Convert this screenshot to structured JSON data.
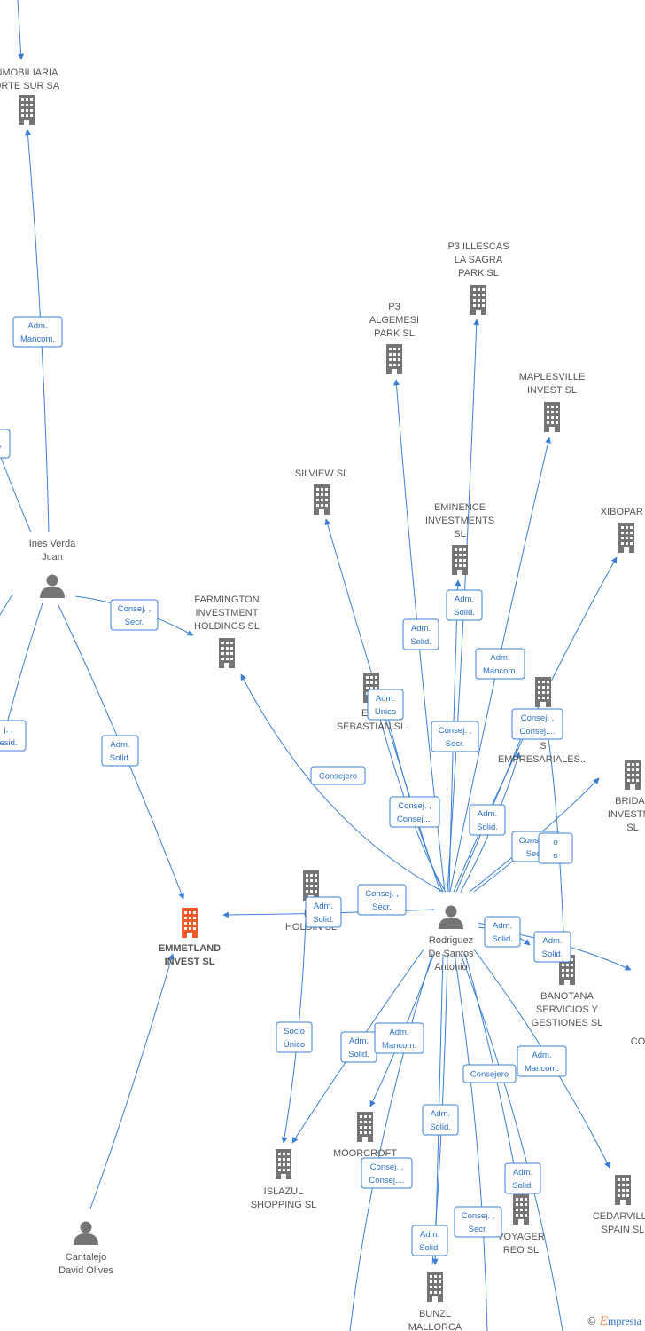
{
  "colors": {
    "edge": "#3a7fd5",
    "company": "#757575",
    "focus_company": "#f05a28",
    "person": "#757575"
  },
  "nodes": [
    {
      "id": "inmobiliaria",
      "type": "company",
      "label": [
        "NMOBILIARIA",
        "ORTE SUR SA"
      ]
    },
    {
      "id": "p3illescas",
      "type": "company",
      "label": [
        "P3 ILLESCAS",
        "LA SAGRA",
        "PARK  SL"
      ]
    },
    {
      "id": "p3algemesi",
      "type": "company",
      "label": [
        "P3",
        "ALGEMESI",
        "PARK  SL"
      ]
    },
    {
      "id": "maplesville",
      "type": "company",
      "label": [
        "MAPLESVILLE",
        "INVEST  SL"
      ]
    },
    {
      "id": "silview",
      "type": "company",
      "label": [
        "SILVIEW  SL"
      ]
    },
    {
      "id": "eminence",
      "type": "company",
      "label": [
        "EMINENCE",
        "INVESTMENTS",
        "SL"
      ]
    },
    {
      "id": "xibopar",
      "type": "company",
      "label": [
        "XIBOPAR  S"
      ]
    },
    {
      "id": "farmington",
      "type": "company",
      "label": [
        "FARMINGTON",
        "INVESTMENT",
        "HOLDINGS  SL"
      ]
    },
    {
      "id": "ines",
      "type": "person",
      "label": [
        "Ines Verda",
        "Juan"
      ]
    },
    {
      "id": "erf",
      "type": "company",
      "label": [
        "ERF",
        "SEBASTIAN  SL"
      ]
    },
    {
      "id": "empresariales",
      "type": "company",
      "label": [
        "S",
        "EMPRESARIALES..."
      ]
    },
    {
      "id": "bridal",
      "type": "company",
      "label": [
        "BRIDAL",
        "INVESTME",
        "SL"
      ]
    },
    {
      "id": "emmetland",
      "type": "focus",
      "label": [
        "EMMETLAND",
        "INVEST  SL"
      ]
    },
    {
      "id": "isla",
      "type": "company",
      "label": [
        "ISL",
        "HOLDIN  SL"
      ]
    },
    {
      "id": "rodriguez",
      "type": "person",
      "label": [
        "Rodriguez",
        "De Santos",
        "Antonio"
      ]
    },
    {
      "id": "banotana",
      "type": "company",
      "label": [
        "BANOTANA",
        "SERVICIOS Y",
        "GESTIONES  SL"
      ]
    },
    {
      "id": "co",
      "type": "none",
      "label": [
        "CO"
      ]
    },
    {
      "id": "moorcroft",
      "type": "company",
      "label": [
        "MOORCROFT",
        "S"
      ]
    },
    {
      "id": "islazul",
      "type": "company",
      "label": [
        "ISLAZUL",
        "SHOPPING  SL"
      ]
    },
    {
      "id": "cedarville",
      "type": "company",
      "label": [
        "CEDARVILLE",
        "SPAIN  SL"
      ]
    },
    {
      "id": "voyager",
      "type": "company",
      "label": [
        "VOYAGER",
        "REO  SL"
      ]
    },
    {
      "id": "bunzl",
      "type": "company",
      "label": [
        "BUNZL",
        "MALLORCA"
      ]
    },
    {
      "id": "cantalejo",
      "type": "person",
      "label": [
        "Cantalejo",
        "David Olives"
      ]
    }
  ],
  "edge_labels": [
    {
      "id": "e1",
      "lines": [
        "Adm.",
        "Mancom."
      ]
    },
    {
      "id": "e2",
      "lines": [
        "Consej. ,",
        "Secr."
      ]
    },
    {
      "id": "e3",
      "lines": [
        "Adm.",
        "Solid."
      ]
    },
    {
      "id": "e4",
      "lines": [
        "Adm.",
        "Solid."
      ]
    },
    {
      "id": "e5",
      "lines": [
        "Adm.",
        "Solid."
      ]
    },
    {
      "id": "e6",
      "lines": [
        "Adm.",
        "Mancom."
      ]
    },
    {
      "id": "e7",
      "lines": [
        "Adm.",
        "Unico"
      ]
    },
    {
      "id": "e8",
      "lines": [
        "Consej. ,",
        "Secr."
      ]
    },
    {
      "id": "e9",
      "lines": [
        "Consej. ,",
        "Consej...."
      ]
    },
    {
      "id": "e10",
      "lines": [
        "Consejero"
      ]
    },
    {
      "id": "e11",
      "lines": [
        "Consej. ,",
        "Consej...."
      ]
    },
    {
      "id": "e12",
      "lines": [
        "Adm.",
        "Solid."
      ]
    },
    {
      "id": "e13",
      "lines": [
        "Consej. ,",
        "Secr."
      ]
    },
    {
      "id": "e14",
      "lines": [
        "o",
        "o"
      ]
    },
    {
      "id": "e15",
      "lines": [
        "Consej. ,",
        "Secr."
      ]
    },
    {
      "id": "e16",
      "lines": [
        "Adm.",
        "Solid."
      ]
    },
    {
      "id": "e17",
      "lines": [
        "Adm.",
        "Solid."
      ]
    },
    {
      "id": "e18",
      "lines": [
        "Adm.",
        "Solid."
      ]
    },
    {
      "id": "e19",
      "lines": [
        "Socio",
        "Único"
      ]
    },
    {
      "id": "e20",
      "lines": [
        "Adm.",
        "Solid."
      ]
    },
    {
      "id": "e21",
      "lines": [
        "Adm.",
        "Mancom."
      ]
    },
    {
      "id": "e22",
      "lines": [
        "Consejero"
      ]
    },
    {
      "id": "e23",
      "lines": [
        "Adm.",
        "Mancom."
      ]
    },
    {
      "id": "e24",
      "lines": [
        "Adm.",
        "Solid."
      ]
    },
    {
      "id": "e25",
      "lines": [
        "Adm.",
        "Solid."
      ]
    },
    {
      "id": "e26",
      "lines": [
        "Consej. ,",
        "Consej...."
      ]
    },
    {
      "id": "e27",
      "lines": [
        "Consej. ,",
        "Secr."
      ]
    },
    {
      "id": "e28",
      "lines": [
        "Adm.",
        "Solid."
      ]
    },
    {
      "id": "e29",
      "lines": [
        "Adm.",
        "Solid."
      ]
    },
    {
      "id": "e30",
      "lines": [
        ","
      ]
    },
    {
      "id": "e31",
      "lines": [
        "j. ,",
        "esid."
      ]
    }
  ],
  "watermark": {
    "copyright": "©",
    "brand_initial": "E",
    "brand_rest": "mpresia"
  }
}
